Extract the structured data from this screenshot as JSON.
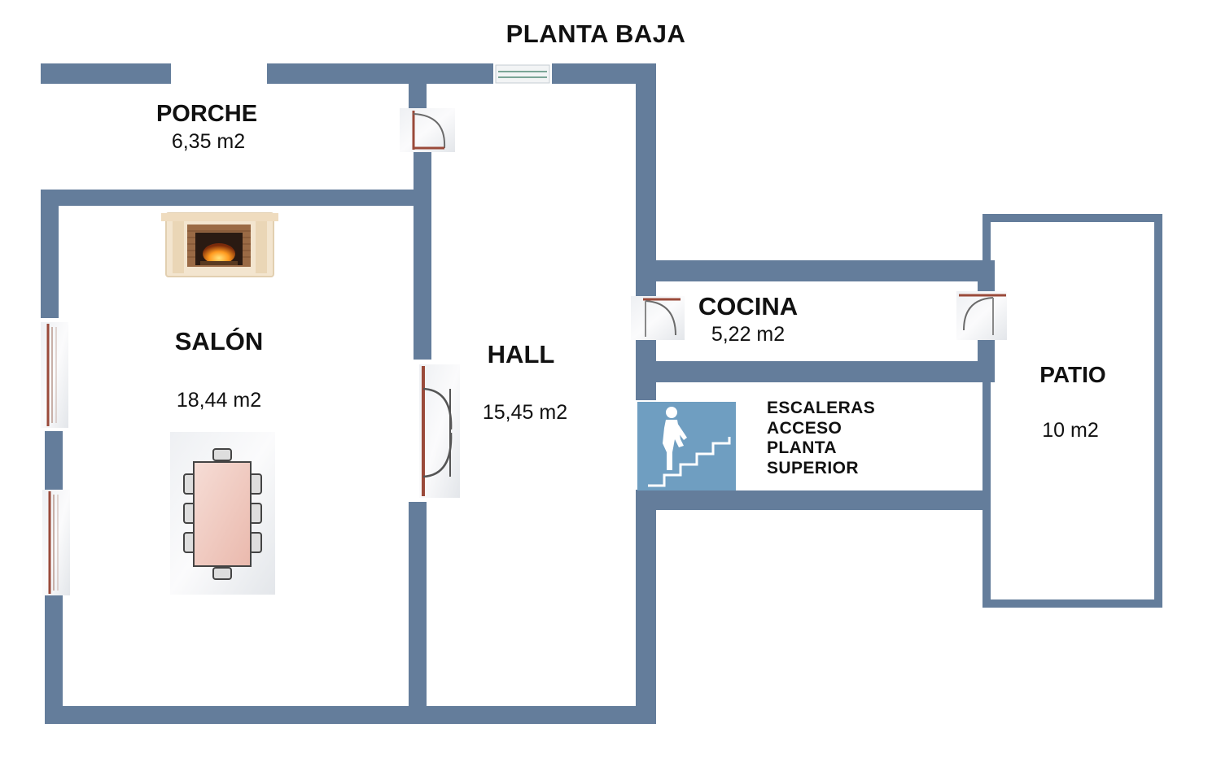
{
  "title": "PLANTA BAJA",
  "colors": {
    "wall": "#647d9b",
    "stairs_sign": "#6f9ec1",
    "door_frame": "#9a4a3a",
    "fireplace_stone": "#f3e5cf",
    "fireplace_brick": "#9a6a45",
    "table_top": "#f1c9c0"
  },
  "rooms": [
    {
      "name": "PORCHE",
      "area": "6,35 m2"
    },
    {
      "name": "SALÓN",
      "area": "18,44 m2"
    },
    {
      "name": "HALL",
      "area": "15,45 m2"
    },
    {
      "name": "COCINA",
      "area": "5,22 m2"
    },
    {
      "name": "PATIO",
      "area": "10 m2"
    }
  ],
  "stairs": {
    "lines": [
      "ESCALERAS",
      "ACCESO",
      "PLANTA",
      "SUPERIOR"
    ],
    "icon": "person-climbing-stairs-icon"
  },
  "furniture": [
    {
      "icon": "fireplace-icon"
    },
    {
      "icon": "dining-table-icon"
    }
  ]
}
